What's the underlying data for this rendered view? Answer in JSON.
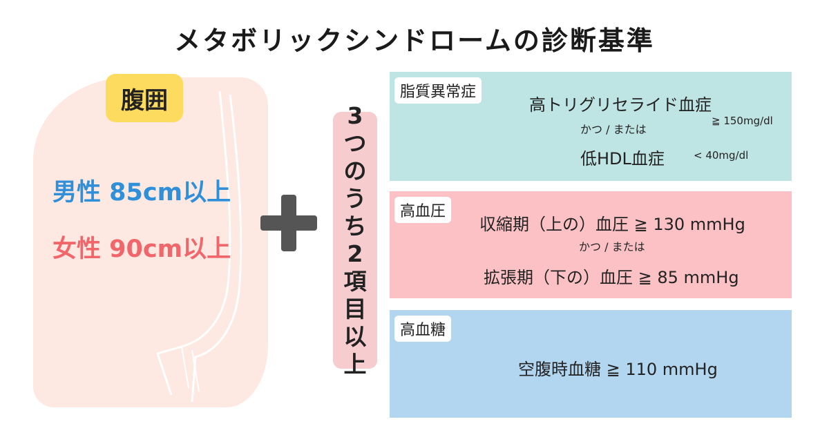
{
  "title": "メタボリックシンドロームの診断基準",
  "waist": {
    "label": "腹囲",
    "male": "男性 85cm以上",
    "female": "女性 90cm以上"
  },
  "condition_vertical": [
    "3",
    "つ",
    "の",
    "う",
    "ち",
    "2",
    "項",
    "目",
    "以",
    "上"
  ],
  "lipid": {
    "label": "脂質異常症",
    "line1": "高トリグリセライド血症",
    "and_or": "かつ / または",
    "line1_value": "≧ 150mg/dl",
    "line2": "低HDL血症",
    "line2_value": "< 40mg/dl"
  },
  "bp": {
    "label": "高血圧",
    "line1": "収縮期（上の）血圧 ≧ 130 mmHg",
    "and_or": "かつ / または",
    "line2": "拡張期（下の）血圧 ≧ 85 mmHg"
  },
  "sugar": {
    "label": "高血糖",
    "line1": "空腹時血糖 ≧ 110 mmHg"
  },
  "colors": {
    "male": "#2f8fd8",
    "female": "#f0666b",
    "waist_tag": "#fddb5f",
    "lipid_bg": "#bfe4e4",
    "bp_bg": "#fbc1c4",
    "sugar_bg": "#b3d6f0",
    "condition_bg": "#f6cccf"
  }
}
